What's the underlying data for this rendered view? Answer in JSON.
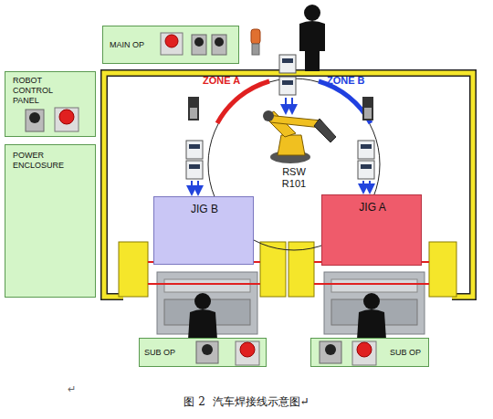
{
  "diagram": {
    "caption": "图 2  汽车焊接线示意图↵",
    "nodes": [
      {
        "text": [
          "MAIN OP"
        ]
      },
      {
        "text": [
          "ROBOT CONTROL PANEL"
        ]
      },
      {
        "text": [
          "POWER ENCLOSURE"
        ]
      },
      {
        "text": [
          "RSW R101"
        ]
      },
      {
        "text": [
          "JIG B"
        ]
      },
      {
        "text": [
          "JIG A"
        ]
      },
      {
        "text": [
          "SUB OP"
        ]
      },
      {
        "text": [
          "SUB OP"
        ]
      }
    ],
    "labels": [
      "ZONE A",
      "ZONE B",
      "↵"
    ]
  }
}
